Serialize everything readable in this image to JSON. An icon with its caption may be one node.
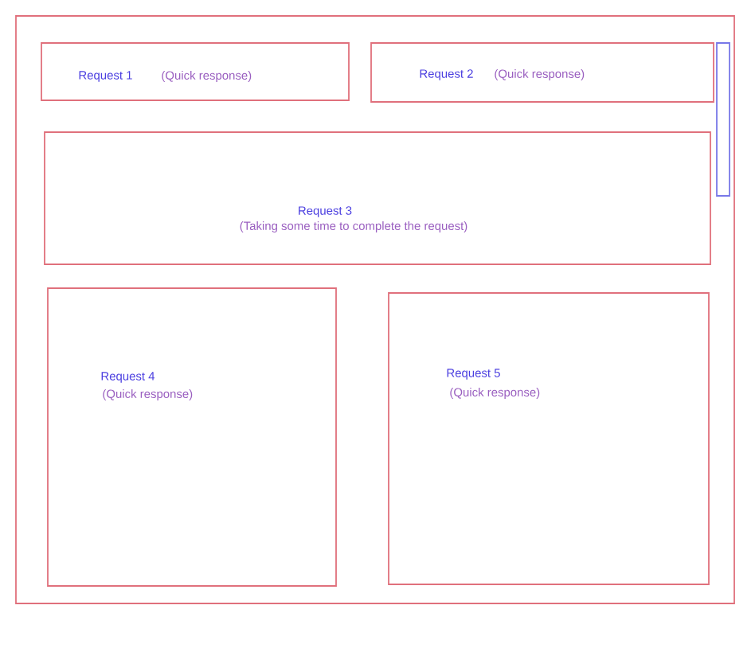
{
  "diagram": {
    "nodes": [
      {
        "text": [],
        "shape": "box"
      },
      {
        "text": [
          "Request 1",
          "(Quick response)"
        ],
        "in": 0
      },
      {
        "text": [
          "Request 2",
          "(Quick response)"
        ],
        "in": 0
      },
      {
        "text": [
          "Request 3",
          "(Taking some time to complete the request)"
        ],
        "in": 0
      },
      {
        "text": [
          "Request 4",
          "(Quick response)"
        ],
        "in": 0
      },
      {
        "text": [
          "Request 5",
          "(Quick response)"
        ],
        "in": 0
      }
    ]
  }
}
